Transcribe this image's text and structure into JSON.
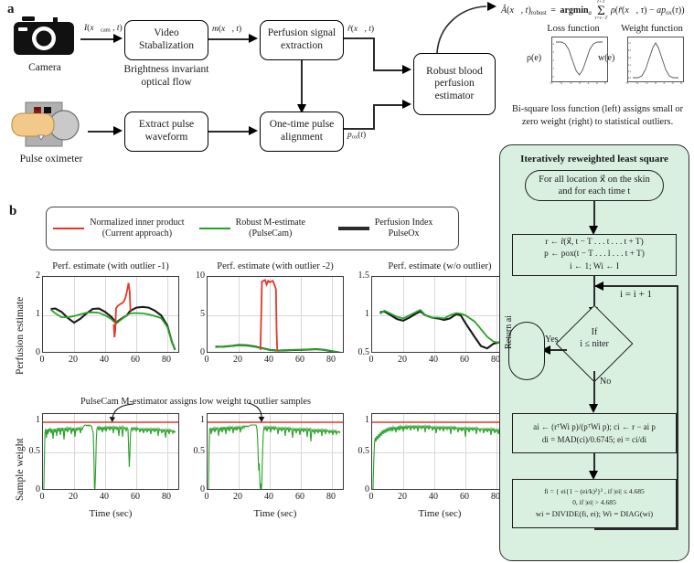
{
  "panels": {
    "a": "a",
    "b": "b"
  },
  "flowchart_a": {
    "devices": [
      {
        "name": "camera",
        "label": "Camera"
      },
      {
        "name": "pulse-oximeter",
        "label": "Pulse oximeter"
      }
    ],
    "boxes": [
      {
        "id": "video-stabilization",
        "line1": "Video",
        "line2": "Stabalization"
      },
      {
        "id": "perfusion-signal-extraction",
        "line1": "Perfusion signal",
        "line2": "extraction"
      },
      {
        "id": "extract-pulse-waveform",
        "line1": "Extract pulse",
        "line2": "waveform"
      },
      {
        "id": "one-time-pulse-alignment",
        "line1": "One-time pulse",
        "line2": "alignment"
      },
      {
        "id": "robust-blood-perfusion-estimator",
        "line1": "Robust blood",
        "line2": "perfusion",
        "line3": "estimator"
      }
    ],
    "sub_caption": {
      "line1": "Brightness invariant",
      "line2": "optical flow"
    },
    "signal_labels": {
      "camera_out": "I(x⃗cam , t)",
      "stabilized": "m(x⃗, t)",
      "perfusion": "r̃(x⃗, t)",
      "pulse_ox": "pox(t)"
    }
  },
  "equation": {
    "text": "Â(x⃗,t)robust = argmina Σ τ=t−T..t+T ρ( r̃(x⃗,τ) − a pox(τ) )",
    "lhs": "Â(x⃗, t)",
    "lhs_sub": "robust",
    "eq": "=",
    "argmin": "argmin",
    "argmin_sub": "a",
    "sum_top": "t+T",
    "sum_bottom": "τ=t−T",
    "rho": "ρ",
    "body": "r̃(x⃗, τ) − a p",
    "body_sub": "ox",
    "body_tail": "(τ)"
  },
  "mini_plots": {
    "loss": {
      "title": "Loss function",
      "ylabel": "ρ(e)",
      "xticks": [
        "-6",
        "-4",
        "-2",
        "0",
        "2",
        "4",
        "6"
      ],
      "yticks": [
        "0",
        "1",
        "2",
        "3",
        "4"
      ]
    },
    "weight": {
      "title": "Weight function",
      "ylabel": "w(e)",
      "xticks": [
        "-6",
        "-4",
        "-2",
        "0",
        "2",
        "4",
        "6"
      ],
      "yticks": [
        "0.0",
        "0.2",
        "0.4",
        "0.6",
        "0.8",
        "1.0"
      ]
    },
    "caption": {
      "line1": "Bi-square loss function (left) assigns small or",
      "line2": "zero weight (right) to statistical outliers."
    }
  },
  "legend": {
    "entries": [
      {
        "name": "normalized-inner-product",
        "color": "#e8352a",
        "line1": "Normalized inner product",
        "line2": "(Current approach)"
      },
      {
        "name": "robust-m-estimate",
        "color": "#2aa02a",
        "line1": "Robust M-estimate",
        "line2": "(PulseCam)"
      },
      {
        "name": "perfusion-index-pulseox",
        "color": "#2b2b2b",
        "line1": "Perfusion Index",
        "line2": "PulseOx"
      }
    ]
  },
  "annotation": {
    "text": "PulseCam M-estimator assigns low weight to outlier samples"
  },
  "chart_data": [
    {
      "type": "line",
      "name": "perf-estimate-outlier-1",
      "title": "Perf. estimate (with outlier -1)",
      "xlabel": "",
      "ylabel": "Perfusion estimate",
      "xlim": [
        0,
        88
      ],
      "ylim": [
        0,
        2
      ],
      "xticks": [
        0,
        20,
        40,
        60,
        80
      ],
      "yticks": [
        0,
        1,
        2
      ],
      "grid": true,
      "series": [
        {
          "name": "Normalized inner product (Current approach)",
          "color": "#e8352a",
          "x": [
            45.5,
            46,
            46.5,
            47,
            48,
            49,
            50,
            51,
            52,
            53,
            54,
            55,
            55.8,
            56.2,
            56.6
          ],
          "y": [
            0.76,
            0.43,
            0.62,
            1.18,
            1.24,
            1.27,
            1.3,
            1.32,
            1.36,
            1.45,
            1.62,
            1.84,
            1.6,
            1.16,
            1.12
          ]
        },
        {
          "name": "Robust M-estimate (PulseCam)",
          "color": "#2aa02a",
          "x": [
            5,
            8,
            12,
            16,
            20,
            24,
            28,
            32,
            36,
            40,
            44,
            47,
            50,
            53,
            56,
            60,
            64,
            68,
            72,
            76,
            80,
            83,
            85
          ],
          "y": [
            1.15,
            1.05,
            0.95,
            0.95,
            0.97,
            1.0,
            1.02,
            1.03,
            1.02,
            1.0,
            0.9,
            0.78,
            0.88,
            1.0,
            1.05,
            1.06,
            1.05,
            1.03,
            1.0,
            0.95,
            0.7,
            0.3,
            0.1
          ]
        },
        {
          "name": "Perfusion Index PulseOx",
          "color": "#1a1a1a",
          "x": [
            5,
            8,
            12,
            16,
            20,
            24,
            28,
            32,
            36,
            40,
            44,
            47,
            50,
            53,
            56,
            60,
            64,
            68,
            72,
            76,
            80,
            83,
            85
          ],
          "y": [
            1.16,
            1.17,
            1.08,
            0.92,
            0.78,
            0.88,
            1.02,
            1.14,
            1.16,
            1.05,
            0.92,
            0.78,
            0.85,
            1.0,
            1.12,
            1.2,
            1.22,
            1.2,
            1.12,
            1.0,
            0.72,
            0.3,
            0.1
          ]
        }
      ]
    },
    {
      "type": "line",
      "name": "perf-estimate-outlier-2",
      "title": "Perf. estimate (with outlier -2)",
      "xlabel": "",
      "ylabel": "",
      "xlim": [
        0,
        88
      ],
      "ylim": [
        0,
        10
      ],
      "xticks": [
        0,
        20,
        40,
        60,
        80
      ],
      "yticks": [
        0,
        5,
        10
      ],
      "grid": true,
      "series": [
        {
          "name": "Normalized inner product (Current approach)",
          "color": "#e8352a",
          "x": [
            34,
            34.5,
            35,
            36,
            37,
            38,
            39,
            39.5,
            40,
            41,
            42,
            43,
            44,
            44.4,
            44.8
          ],
          "y": [
            0.5,
            5.0,
            9.4,
            9.5,
            9.6,
            9.0,
            9.5,
            9.4,
            9.3,
            9.4,
            9.5,
            9.0,
            8.4,
            3.0,
            0.4
          ]
        },
        {
          "name": "Robust M-estimate (PulseCam)",
          "color": "#2aa02a",
          "x": [
            5,
            10,
            15,
            20,
            25,
            30,
            35,
            40,
            45,
            50,
            55,
            60,
            65,
            70,
            75,
            80,
            85
          ],
          "y": [
            0.85,
            0.9,
            1.0,
            1.08,
            1.05,
            0.9,
            0.7,
            0.5,
            0.42,
            0.45,
            0.5,
            0.52,
            0.55,
            0.58,
            0.5,
            0.35,
            0.18
          ]
        },
        {
          "name": "Perfusion Index PulseOx",
          "color": "#1a1a1a",
          "x": [
            5,
            10,
            15,
            20,
            25,
            30,
            35,
            40,
            45,
            50,
            55,
            60,
            65,
            70,
            75,
            80,
            85
          ],
          "y": [
            0.9,
            0.92,
            1.0,
            1.12,
            1.1,
            0.95,
            0.72,
            0.5,
            0.4,
            0.44,
            0.48,
            0.5,
            0.55,
            0.6,
            0.5,
            0.32,
            0.15
          ]
        }
      ]
    },
    {
      "type": "line",
      "name": "perf-estimate-no-outlier",
      "title": "Perf. estimate (w/o outlier)",
      "xlabel": "",
      "ylabel": "",
      "xlim": [
        0,
        88
      ],
      "ylim": [
        0.5,
        1.5
      ],
      "xticks": [
        0,
        20,
        40,
        60,
        80
      ],
      "yticks": [
        0.5,
        1,
        1.5
      ],
      "grid": true,
      "series": [
        {
          "name": "Robust M-estimate (PulseCam)",
          "color": "#2aa02a",
          "x": [
            5,
            8,
            12,
            16,
            20,
            24,
            28,
            31,
            34,
            38,
            42,
            46,
            50,
            54,
            57,
            60,
            63,
            66,
            70,
            74,
            78,
            82,
            85
          ],
          "y": [
            1.02,
            1.06,
            1.02,
            0.98,
            0.96,
            1.0,
            1.04,
            1.07,
            1.0,
            0.97,
            0.97,
            0.96,
            1.0,
            1.03,
            1.02,
            1.0,
            0.92,
            0.78,
            0.68,
            0.62,
            0.6,
            0.62,
            0.63
          ]
        },
        {
          "name": "Perfusion Index PulseOx",
          "color": "#1a1a1a",
          "x": [
            5,
            8,
            12,
            16,
            20,
            24,
            28,
            31,
            34,
            38,
            42,
            46,
            50,
            54,
            57,
            60,
            63,
            66,
            70,
            74,
            78,
            82,
            85
          ],
          "y": [
            1.04,
            1.05,
            1.0,
            0.95,
            0.93,
            0.97,
            1.02,
            1.05,
            1.0,
            0.97,
            0.96,
            0.94,
            0.96,
            0.99,
            1.0,
            1.0,
            0.9,
            0.72,
            0.55,
            0.51,
            0.58,
            0.6,
            0.6
          ]
        }
      ]
    },
    {
      "type": "line",
      "name": "sample-weight-outlier-1",
      "title": "",
      "xlabel": "Time (sec)",
      "ylabel": "Sample weight",
      "xlim": [
        0,
        88
      ],
      "ylim": [
        0,
        1.12
      ],
      "xticks": [
        0,
        20,
        40,
        60,
        80
      ],
      "yticks": [
        0,
        0.5,
        1
      ],
      "grid": true,
      "series": [
        {
          "name": "reference-line",
          "color": "#e8352a",
          "constant": 1.0
        },
        {
          "name": "Robust M-estimate weights",
          "color": "#2aa02a",
          "dips_at": [
            1,
            51,
            52,
            78
          ],
          "baseline": 0.93
        }
      ]
    },
    {
      "type": "line",
      "name": "sample-weight-outlier-2",
      "title": "",
      "xlabel": "Time (sec)",
      "ylabel": "",
      "xlim": [
        0,
        88
      ],
      "ylim": [
        0,
        1.12
      ],
      "xticks": [
        0,
        20,
        40,
        60,
        80
      ],
      "yticks": [
        0,
        0.5,
        1
      ],
      "grid": true,
      "series": [
        {
          "name": "reference-line",
          "color": "#e8352a",
          "constant": 1.0
        },
        {
          "name": "Robust M-estimate weights",
          "color": "#2aa02a",
          "dips_at": [
            1,
            40,
            41
          ],
          "baseline": 0.94
        }
      ]
    },
    {
      "type": "line",
      "name": "sample-weight-no-outlier",
      "title": "",
      "xlabel": "Time (sec)",
      "ylabel": "",
      "xlim": [
        0,
        88
      ],
      "ylim": [
        0,
        1.12
      ],
      "xticks": [
        0,
        20,
        40,
        60,
        80
      ],
      "yticks": [
        0,
        0.5,
        1
      ],
      "grid": true,
      "series": [
        {
          "name": "reference-line",
          "color": "#e8352a",
          "constant": 1.0
        },
        {
          "name": "Robust M-estimate weights",
          "color": "#2aa02a",
          "dips_at": [
            1
          ],
          "baseline": 0.93
        }
      ]
    }
  ],
  "irls": {
    "title": "Iteratively reweighted least square",
    "start": {
      "line1": "For all location  x⃗ on the skin",
      "line2": "and for each time t"
    },
    "init": {
      "line1": "r ← r̃(x⃗, t − T . . . t . . . t + T)",
      "line2": "p ← pox(t − T . . . l . . . t + T)",
      "line3": "i ← 1;  Wi ← I"
    },
    "increment": "i = i + 1",
    "decision": {
      "line1": "If",
      "line2": "i ≤ niter"
    },
    "yes_label": "Yes",
    "no_label": "No",
    "return": "Return ai",
    "update": {
      "line1": "ai ← (rᵀWi p)/(pᵀWi p);  ci ← r − ai p",
      "line2": "di = MAD(ci)/0.6745;  ei = ci/di"
    },
    "weights": {
      "line1": "fi = { ei{1 − (ei/k)²}² ,   if |ei| ≤ 4.685",
      "line2": "0,                if |ei| > 4.685",
      "line3": "wi = DIVIDE(fi, ei);  Wi = DIAG(wi)"
    },
    "thresholds": {
      "k": "4.685",
      "mad_const": "0.6745"
    }
  },
  "colors": {
    "red": "#e8352a",
    "green": "#2aa02a",
    "black": "#1a1a1a",
    "panel_green_bg": "#d9f0e1",
    "grid": "#d8d8d8"
  }
}
